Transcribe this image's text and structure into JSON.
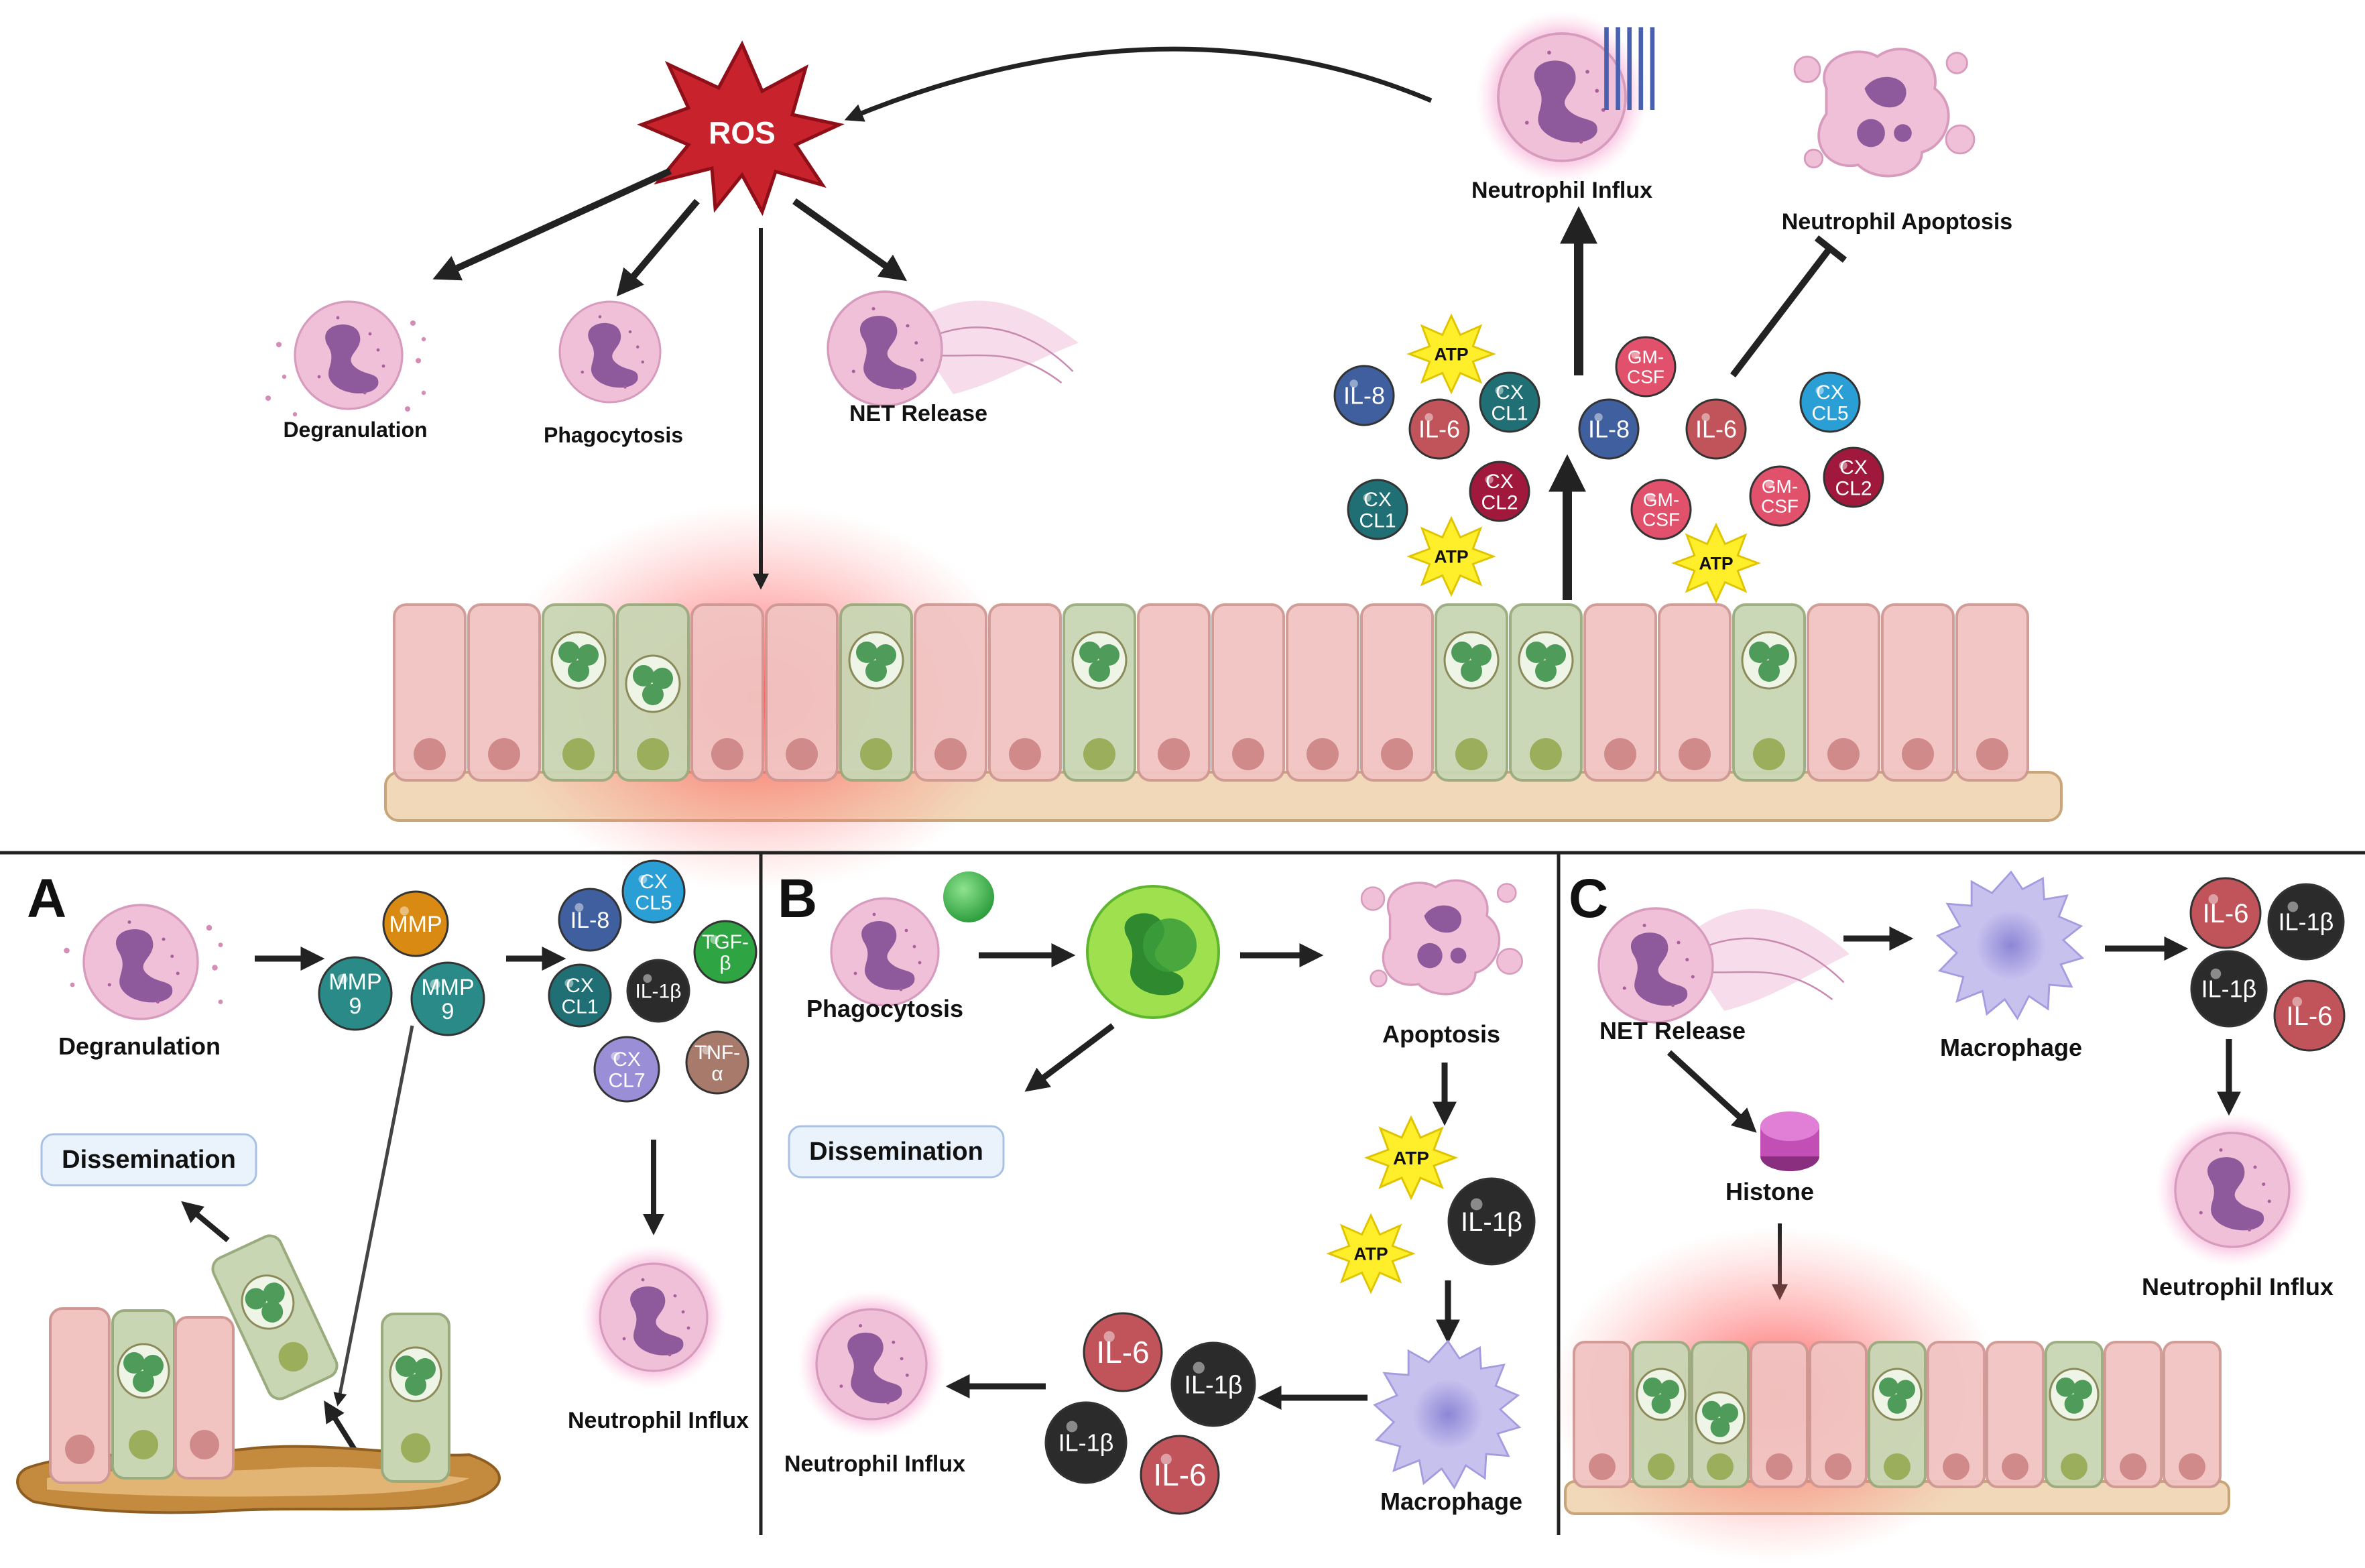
{
  "top": {
    "ros_label": "ROS",
    "degranulation": "Degranulation",
    "phagocytosis": "Phagocytosis",
    "net_release": "NET Release",
    "neutrophil_influx": "Neutrophil Influx",
    "neutrophil_apoptosis": "Neutrophil Apoptosis",
    "atp": "ATP",
    "il8": "IL-8",
    "il6": "IL-6",
    "cxcl1": [
      "CX",
      "CL1"
    ],
    "cxcl2": [
      "CX",
      "CL2"
    ],
    "cxcl5": [
      "CX",
      "CL5"
    ],
    "gmcsf": [
      "GM-",
      "CSF"
    ]
  },
  "panel_a": {
    "letter": "A",
    "degranulation": "Degranulation",
    "mmp": "MMP",
    "mmp9": [
      "MMP",
      "9"
    ],
    "il8": "IL-8",
    "cxcl5": [
      "CX",
      "CL5"
    ],
    "tgfb": [
      "TGF-",
      "β"
    ],
    "cxcl1": [
      "CX",
      "CL1"
    ],
    "il1b": "IL-1β",
    "cxcl7": [
      "CX",
      "CL7"
    ],
    "tnfa": [
      "TNF-",
      "α"
    ],
    "dissemination": "Dissemination",
    "neutrophil_influx": "Neutrophil Influx"
  },
  "panel_b": {
    "letter": "B",
    "phagocytosis": "Phagocytosis",
    "apoptosis": "Apoptosis",
    "dissemination": "Dissemination",
    "atp": "ATP",
    "il1b": "IL-1β",
    "il6": "IL-6",
    "macrophage": "Macrophage",
    "neutrophil_influx": "Neutrophil Influx"
  },
  "panel_c": {
    "letter": "C",
    "net_release": "NET Release",
    "macrophage": "Macrophage",
    "il6": "IL-6",
    "il1b": "IL-1β",
    "histone": "Histone",
    "neutrophil_influx": "Neutrophil Influx"
  },
  "colors": {
    "il8": "#3f5f9e",
    "il6": "#c0545a",
    "cxcl1": "#1f6f74",
    "cxcl2": "#a0183c",
    "cxcl5": "#2a9fd6",
    "gmcsf": "#e2516c",
    "mmp": "#d88a12",
    "mmp9": "#2a8a88",
    "il1b": "#2b2b2b",
    "cxcl7": "#9a8fd6",
    "tnfa": "#a87a6c",
    "tgfb": "#2ea443",
    "ros": "#c8232c",
    "atp": "#ffee2a",
    "infected_cell": "#c9d6b4",
    "epithelial_cell": "#f1c4c2",
    "neutrophil": "#f0bfd8"
  }
}
